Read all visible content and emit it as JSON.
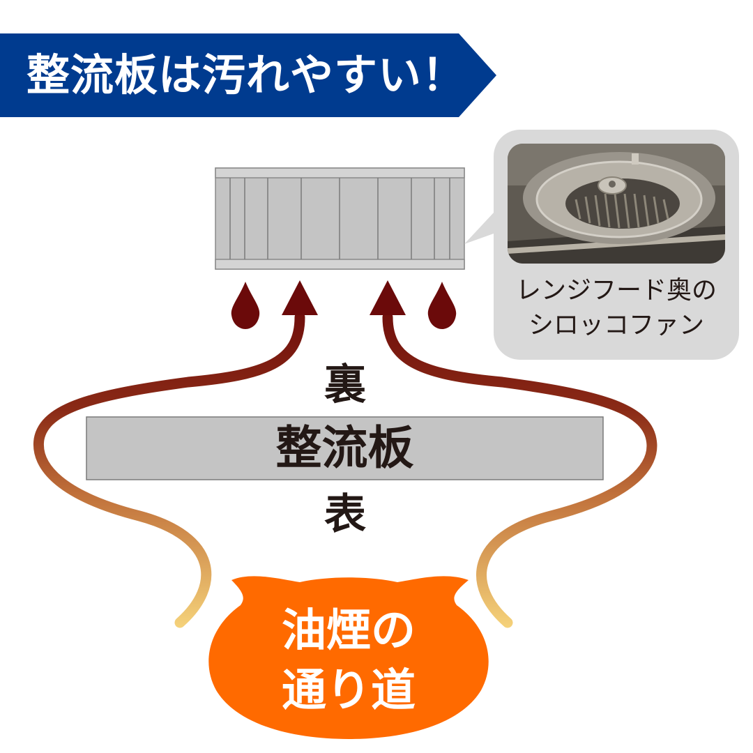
{
  "title": "整流板は汚れやすい！",
  "plate_label": "整流板",
  "back_label": "裏",
  "front_label": "表",
  "callout": {
    "line1": "レンジフード奥の",
    "line2": "シロッコファン"
  },
  "oil_smoke": {
    "line1": "油煙の",
    "line2": "通り道"
  },
  "colors": {
    "banner": "#003b8f",
    "arrow_top": "#6b0a0a",
    "arrow_bottom": "#f5d27a",
    "oil_bubble": "#ff6a00",
    "plate": "#c4c4c4",
    "callout_bg": "#d9d9d9"
  }
}
